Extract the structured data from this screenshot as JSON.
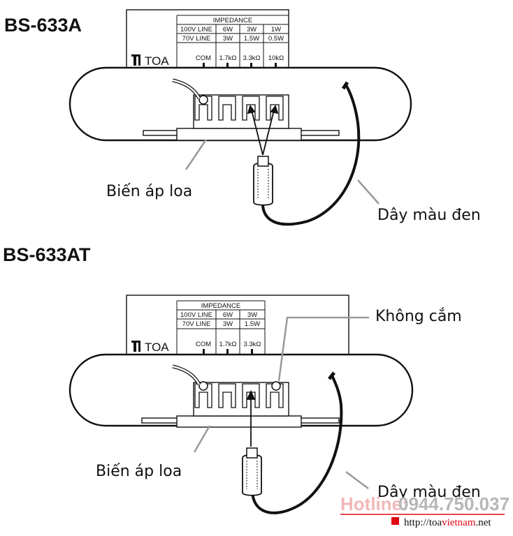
{
  "colors": {
    "hotline_label": "#f2b8b8",
    "hotline_number": "#b7b7b7",
    "url_red": "#e30613"
  },
  "diagram_a": {
    "title": "BS-633A",
    "impedance_header": "IMPEDANCE",
    "rows": [
      {
        "label": "100V LINE",
        "values": [
          "6W",
          "3W",
          "1W"
        ]
      },
      {
        "label": "70V LINE",
        "values": [
          "3W",
          "1.5W",
          "0.5W"
        ]
      }
    ],
    "taps": [
      "COM",
      "1.7kΩ",
      "3.3kΩ",
      "10kΩ"
    ],
    "logo": "TOA",
    "callouts": {
      "transformer": "Biến áp loa",
      "black_wire": "Dây màu đen"
    }
  },
  "diagram_b": {
    "title": "BS-633AT",
    "impedance_header": "IMPEDANCE",
    "rows": [
      {
        "label": "100V LINE",
        "values": [
          "6W",
          "3W"
        ]
      },
      {
        "label": "70V LINE",
        "values": [
          "3W",
          "1.5W"
        ]
      }
    ],
    "taps": [
      "COM",
      "1.7kΩ",
      "3.3kΩ"
    ],
    "logo": "TOA",
    "callouts": {
      "transformer": "Biến áp loa",
      "black_wire": "Dây màu đen",
      "not_plugged": "Không cắm"
    }
  },
  "watermark": {
    "hotline_label": "Hotline:",
    "hotline_number": "0944.750.037",
    "url_prefix": "http://toa",
    "url_brand": "vietnam",
    "url_suffix": ".net"
  }
}
